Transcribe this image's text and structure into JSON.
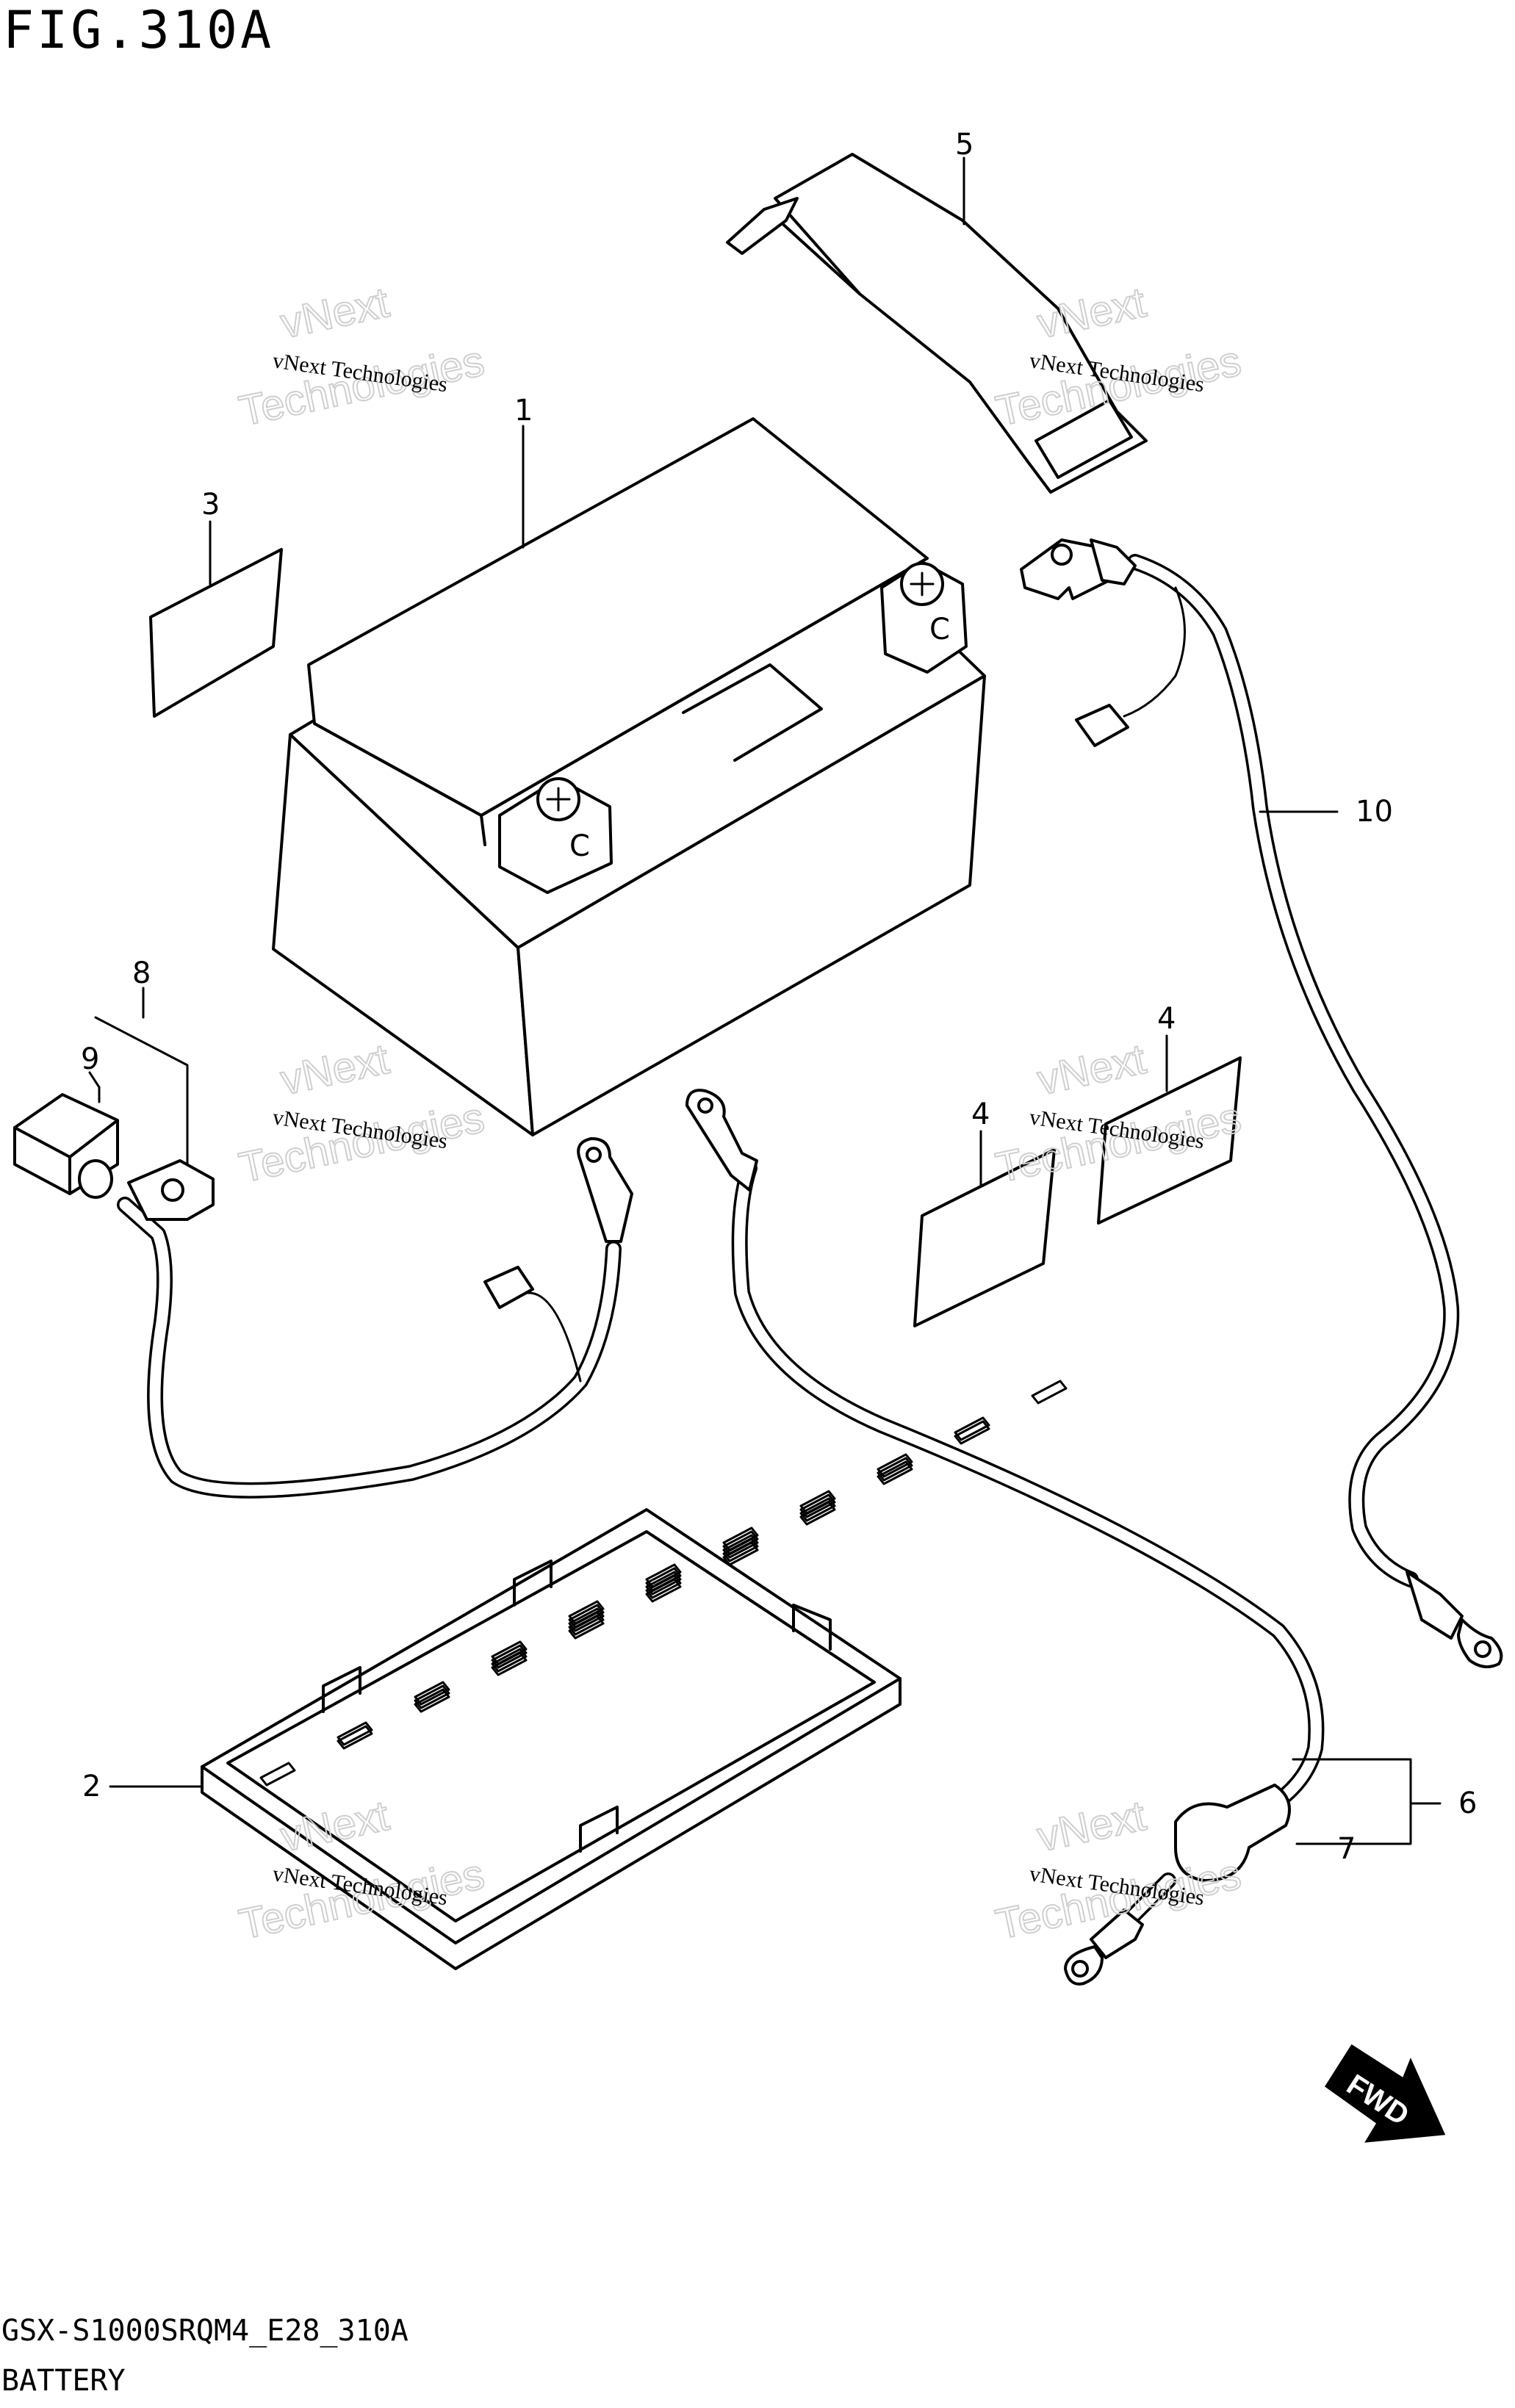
{
  "header": {
    "title": "FIG.310A"
  },
  "footer": {
    "code": "GSX-S1000SRQM4_E28_310A",
    "name": "BATTERY"
  },
  "watermark": {
    "line1": "vNext",
    "line2": "vNext Technologies",
    "line3": "Technologies"
  },
  "direction_badge": "FWD",
  "callouts": [
    "1",
    "2",
    "3",
    "4",
    "4",
    "5",
    "6",
    "7",
    "8",
    "9",
    "10"
  ],
  "colors": {
    "line": "#000000",
    "background": "#ffffff",
    "watermark": "#cfcfcf"
  }
}
